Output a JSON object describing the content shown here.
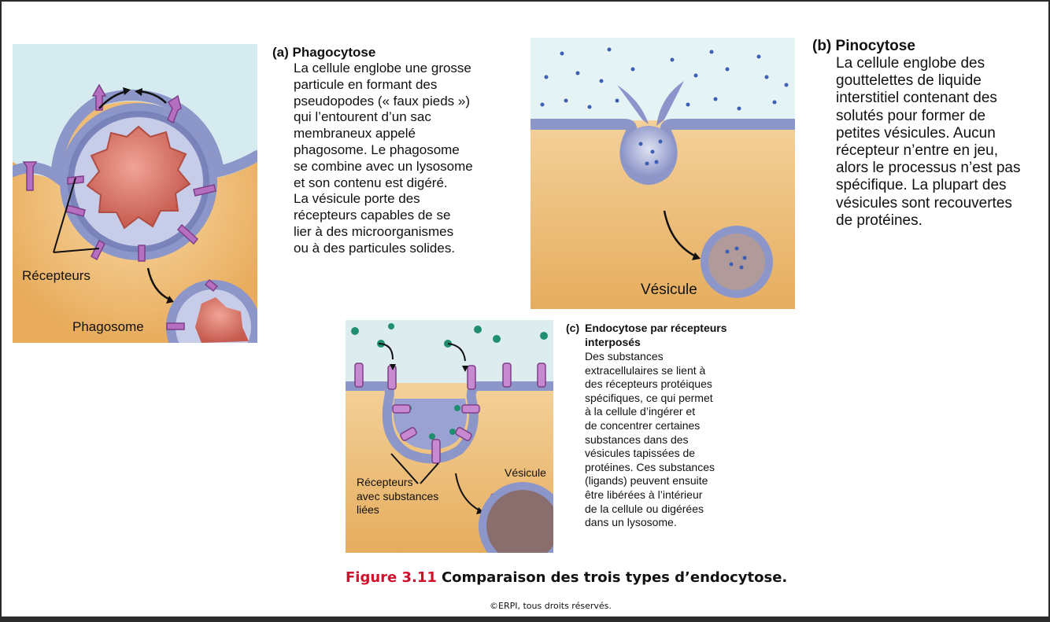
{
  "panel_a": {
    "letter": "(a)",
    "title": "Phagocytose",
    "text": "La cellule englobe une grosse\nparticule en formant des\npseudopodes (« faux pieds »)\nqui l’entourent d’un sac\nmembraneux appelé\nphagosome. Le phagosome\nse combine avec un lysosome\net son contenu est digéré.\nLa vésicule porte des\nrécepteurs capables de se\nlier à des microorganismes\nou à des particules solides.",
    "label_receptors": "Récepteurs",
    "label_phagosome": "Phagosome"
  },
  "panel_b": {
    "letter": "(b)",
    "title": "Pinocytose",
    "text": "La cellule englobe des\ngouttelettes de liquide\ninterstitiel contenant des\nsolutés pour former de\npetites vésicules. Aucun\nrécepteur n’entre en jeu,\nalors le processus n’est pas\nspécifique. La plupart des\nvésicules sont recouvertes\nde protéines.",
    "label_vesicle": "Vésicule"
  },
  "panel_c": {
    "letter": "(c)",
    "title": "Endocytose par récepteurs\ninterposés",
    "text": "Des substances\nextracellulaires se lient à\ndes récepteurs protéiques\nspécifiques, ce qui permet\nà la cellule d’ingérer et\nde concentrer certaines\nsubstances dans des\nvésicules tapissées de\nprotéines. Ces substances\n(ligands) peuvent ensuite\nêtre libérées à l’intérieur\nde la cellule ou digérées\ndans un lysosome.",
    "label_receptors": "Récepteurs\navec substances\nliées",
    "label_vesicle": "Vésicule"
  },
  "figure": {
    "number": "Figure 3.11",
    "caption": "Comparaison des trois types d’endocytose.",
    "copyright": "©ERPI, tous droits réservés."
  },
  "colors": {
    "accent_red": "#d0112b",
    "cytoplasm": "#f0c27a",
    "extracellular": "#cfe6ec",
    "membrane": "#8d96c8",
    "receptor": "#b66fc0",
    "particle": "#d9736a",
    "solute_blue": "#3d5fb5",
    "ligand_green": "#1f8f6f"
  },
  "icons": [
    "arrow-icon",
    "receptor-icon",
    "particle-icon",
    "droplet-icon",
    "ligand-icon"
  ]
}
